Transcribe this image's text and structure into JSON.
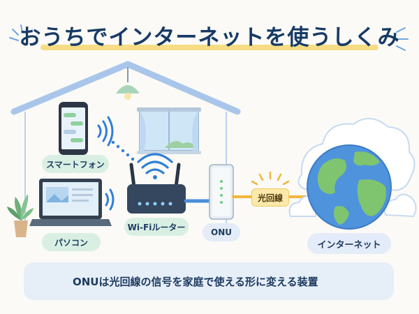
{
  "title": "おうちでインターネットを使うしくみ",
  "labels": {
    "smartphone": "スマートフォン",
    "pc": "パソコン",
    "router": "Wi-Fiルーター",
    "onu": "ONU",
    "fiber": "光回線",
    "internet": "インターネット"
  },
  "note": "ONUは光回線の信号を家庭で使える形に変える装置",
  "colors": {
    "title_underline": "#f6dc84",
    "house_outline": "#a9c6ea",
    "fiber_line": "#f2b63c",
    "lan_line": "#4a8fd8",
    "wifi": "#2f7fd6"
  }
}
